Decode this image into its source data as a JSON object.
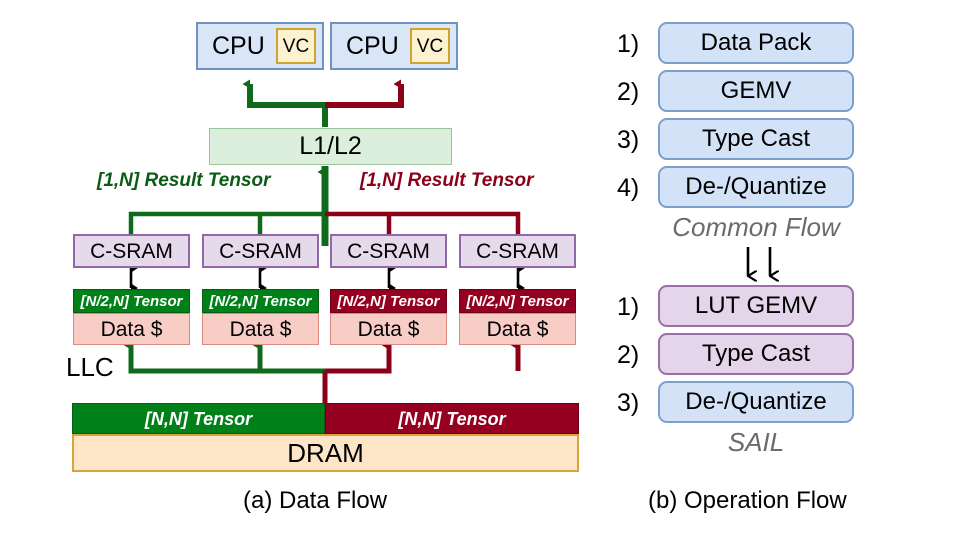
{
  "figure": {
    "caption_a": "(a) Data Flow",
    "caption_b": "(b) Operation Flow"
  },
  "data_flow": {
    "cpus": [
      {
        "label": "CPU",
        "vector_unit": "VC"
      },
      {
        "label": "CPU",
        "vector_unit": "VC"
      }
    ],
    "cache_l1l2": "L1/L2",
    "result_tensor_left": "[1,N] Result Tensor",
    "result_tensor_right": "[1,N] Result Tensor",
    "llc_label": "LLC",
    "columns": [
      {
        "csram": "C-SRAM",
        "tensor": "[N/2,N] Tensor",
        "cache": "Data $",
        "color": "green"
      },
      {
        "csram": "C-SRAM",
        "tensor": "[N/2,N] Tensor",
        "cache": "Data $",
        "color": "green"
      },
      {
        "csram": "C-SRAM",
        "tensor": "[N/2,N] Tensor",
        "cache": "Data $",
        "color": "red"
      },
      {
        "csram": "C-SRAM",
        "tensor": "[N/2,N] Tensor",
        "cache": "Data $",
        "color": "red"
      }
    ],
    "dram": {
      "tensor_left": "[N,N] Tensor",
      "tensor_right": "[N,N] Tensor",
      "label": "DRAM"
    }
  },
  "operation_flow": {
    "common_flow": {
      "title": "Common Flow",
      "steps": [
        {
          "num": "1)",
          "label": "Data Pack"
        },
        {
          "num": "2)",
          "label": "GEMV"
        },
        {
          "num": "3)",
          "label": "Type Cast"
        },
        {
          "num": "4)",
          "label": "De-/Quantize"
        }
      ]
    },
    "sail_flow": {
      "title": "SAIL",
      "steps": [
        {
          "num": "1)",
          "label": "LUT GEMV"
        },
        {
          "num": "2)",
          "label": "Type Cast"
        },
        {
          "num": "3)",
          "label": "De-/Quantize"
        }
      ]
    }
  },
  "colors": {
    "green": "#008018",
    "dark_green": "#0a5c15",
    "red": "#960020",
    "dark_red": "#8c0018",
    "cpu_fill": "#d9e6f7",
    "cpu_border": "#6f92bf",
    "vc_fill": "#fdf2cf",
    "vc_border": "#d0a32e",
    "l1l2_fill": "#dceedc",
    "csram_fill": "#e5d9ec",
    "csram_border": "#9368ab",
    "cache_fill": "#f8cdc6",
    "dram_fill": "#fde6c8",
    "dram_border": "#d9a43a",
    "flow_blue_fill": "#d3e2f7",
    "flow_purple_fill": "#e5d5eb",
    "flow_title_gray": "#6b6b6b"
  }
}
